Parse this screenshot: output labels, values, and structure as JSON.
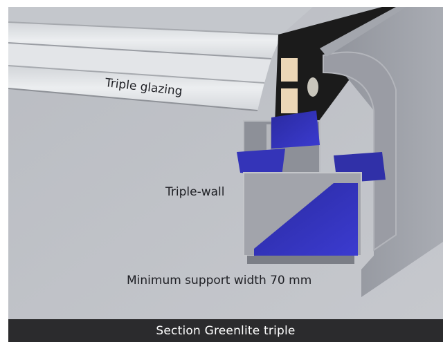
{
  "labels": {
    "glazing": "Triple glazing",
    "wall": "Triple-wall",
    "support": "Minimum support width 70 mm"
  },
  "caption": "Section Greenlite triple",
  "colors": {
    "profile_grey": "#9c9ea6",
    "profile_blue": "#2f2fb0",
    "glass": "#e6e8ea",
    "seal_black": "#1b1b1b",
    "spacer_cream": "#ecd7b7",
    "caption_background": "#2b2b2d"
  }
}
